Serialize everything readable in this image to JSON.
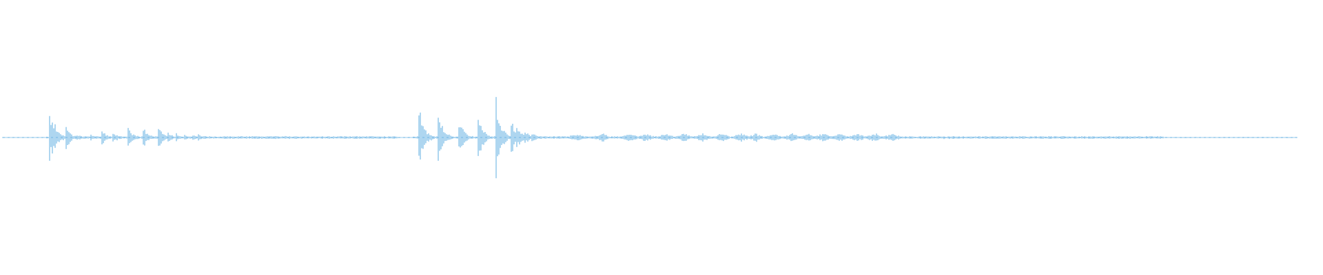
{
  "waveform": {
    "color": "#5dade2",
    "background": "#ffffff",
    "segments": [
      {
        "start": 0.0,
        "end": 0.032,
        "level": 0.01,
        "transients": []
      },
      {
        "start": 0.032,
        "end": 0.31,
        "level": 0.03,
        "transients": [
          {
            "at": 0.037,
            "amp": 0.72
          },
          {
            "at": 0.041,
            "amp": 0.36
          },
          {
            "at": 0.049,
            "amp": 0.34
          },
          {
            "at": 0.058,
            "amp": 0.1
          },
          {
            "at": 0.068,
            "amp": 0.08
          },
          {
            "at": 0.077,
            "amp": 0.18
          },
          {
            "at": 0.085,
            "amp": 0.16
          },
          {
            "at": 0.096,
            "amp": 0.34
          },
          {
            "at": 0.108,
            "amp": 0.26
          },
          {
            "at": 0.119,
            "amp": 0.34
          },
          {
            "at": 0.127,
            "amp": 0.12
          },
          {
            "at": 0.133,
            "amp": 0.1
          },
          {
            "at": 0.139,
            "amp": 0.09
          },
          {
            "at": 0.145,
            "amp": 0.08
          },
          {
            "at": 0.15,
            "amp": 0.07
          },
          {
            "at": 0.155,
            "amp": 0.05
          },
          {
            "at": 0.16,
            "amp": 0.03
          }
        ]
      },
      {
        "start": 0.31,
        "end": 0.98,
        "level": 0.03,
        "transients": [
          {
            "at": 0.316,
            "amp": 0.88
          },
          {
            "at": 0.331,
            "amp": 0.66
          },
          {
            "at": 0.346,
            "amp": 0.52
          },
          {
            "at": 0.361,
            "amp": 0.52
          },
          {
            "at": 0.375,
            "amp": 0.9
          },
          {
            "at": 0.386,
            "amp": 0.45
          },
          {
            "at": 0.39,
            "amp": 0.34
          },
          {
            "at": 0.396,
            "amp": 0.2
          },
          {
            "at": 0.402,
            "amp": 0.12
          }
        ]
      }
    ],
    "pulses": [
      0.436,
      0.455,
      0.476,
      0.488,
      0.503,
      0.517,
      0.531,
      0.546,
      0.56,
      0.571,
      0.585,
      0.599,
      0.611,
      0.622,
      0.635,
      0.648,
      0.661,
      0.674
    ]
  }
}
